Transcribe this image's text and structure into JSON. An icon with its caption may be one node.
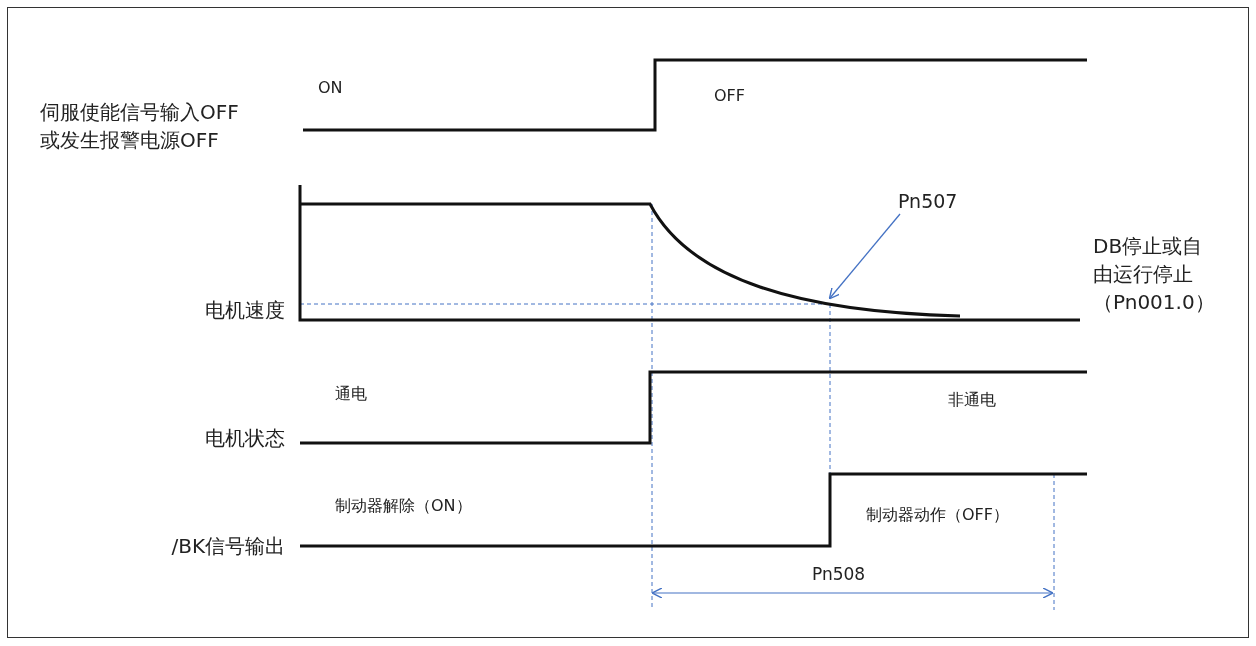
{
  "diagram": {
    "nodes": [
      {
        "text": [
          "Pn507"
        ]
      },
      {
        "text": [],
        "shape": "curve"
      }
    ],
    "edges": [
      {
        "from": 0,
        "to": 1,
        "arrow": "to",
        "color": "#4472c4"
      }
    ],
    "labels": [
      "ON",
      "OFF",
      "伺服使能信号输入OFF或发生报警电源OFF",
      "电机速度",
      "DB停止或自由运行停止（Pn001.0）",
      "通电",
      "非通电",
      "电机状态",
      "制动器解除（ON）",
      "制动器动作（OFF）",
      "/BK信号输出",
      "Pn508"
    ]
  }
}
